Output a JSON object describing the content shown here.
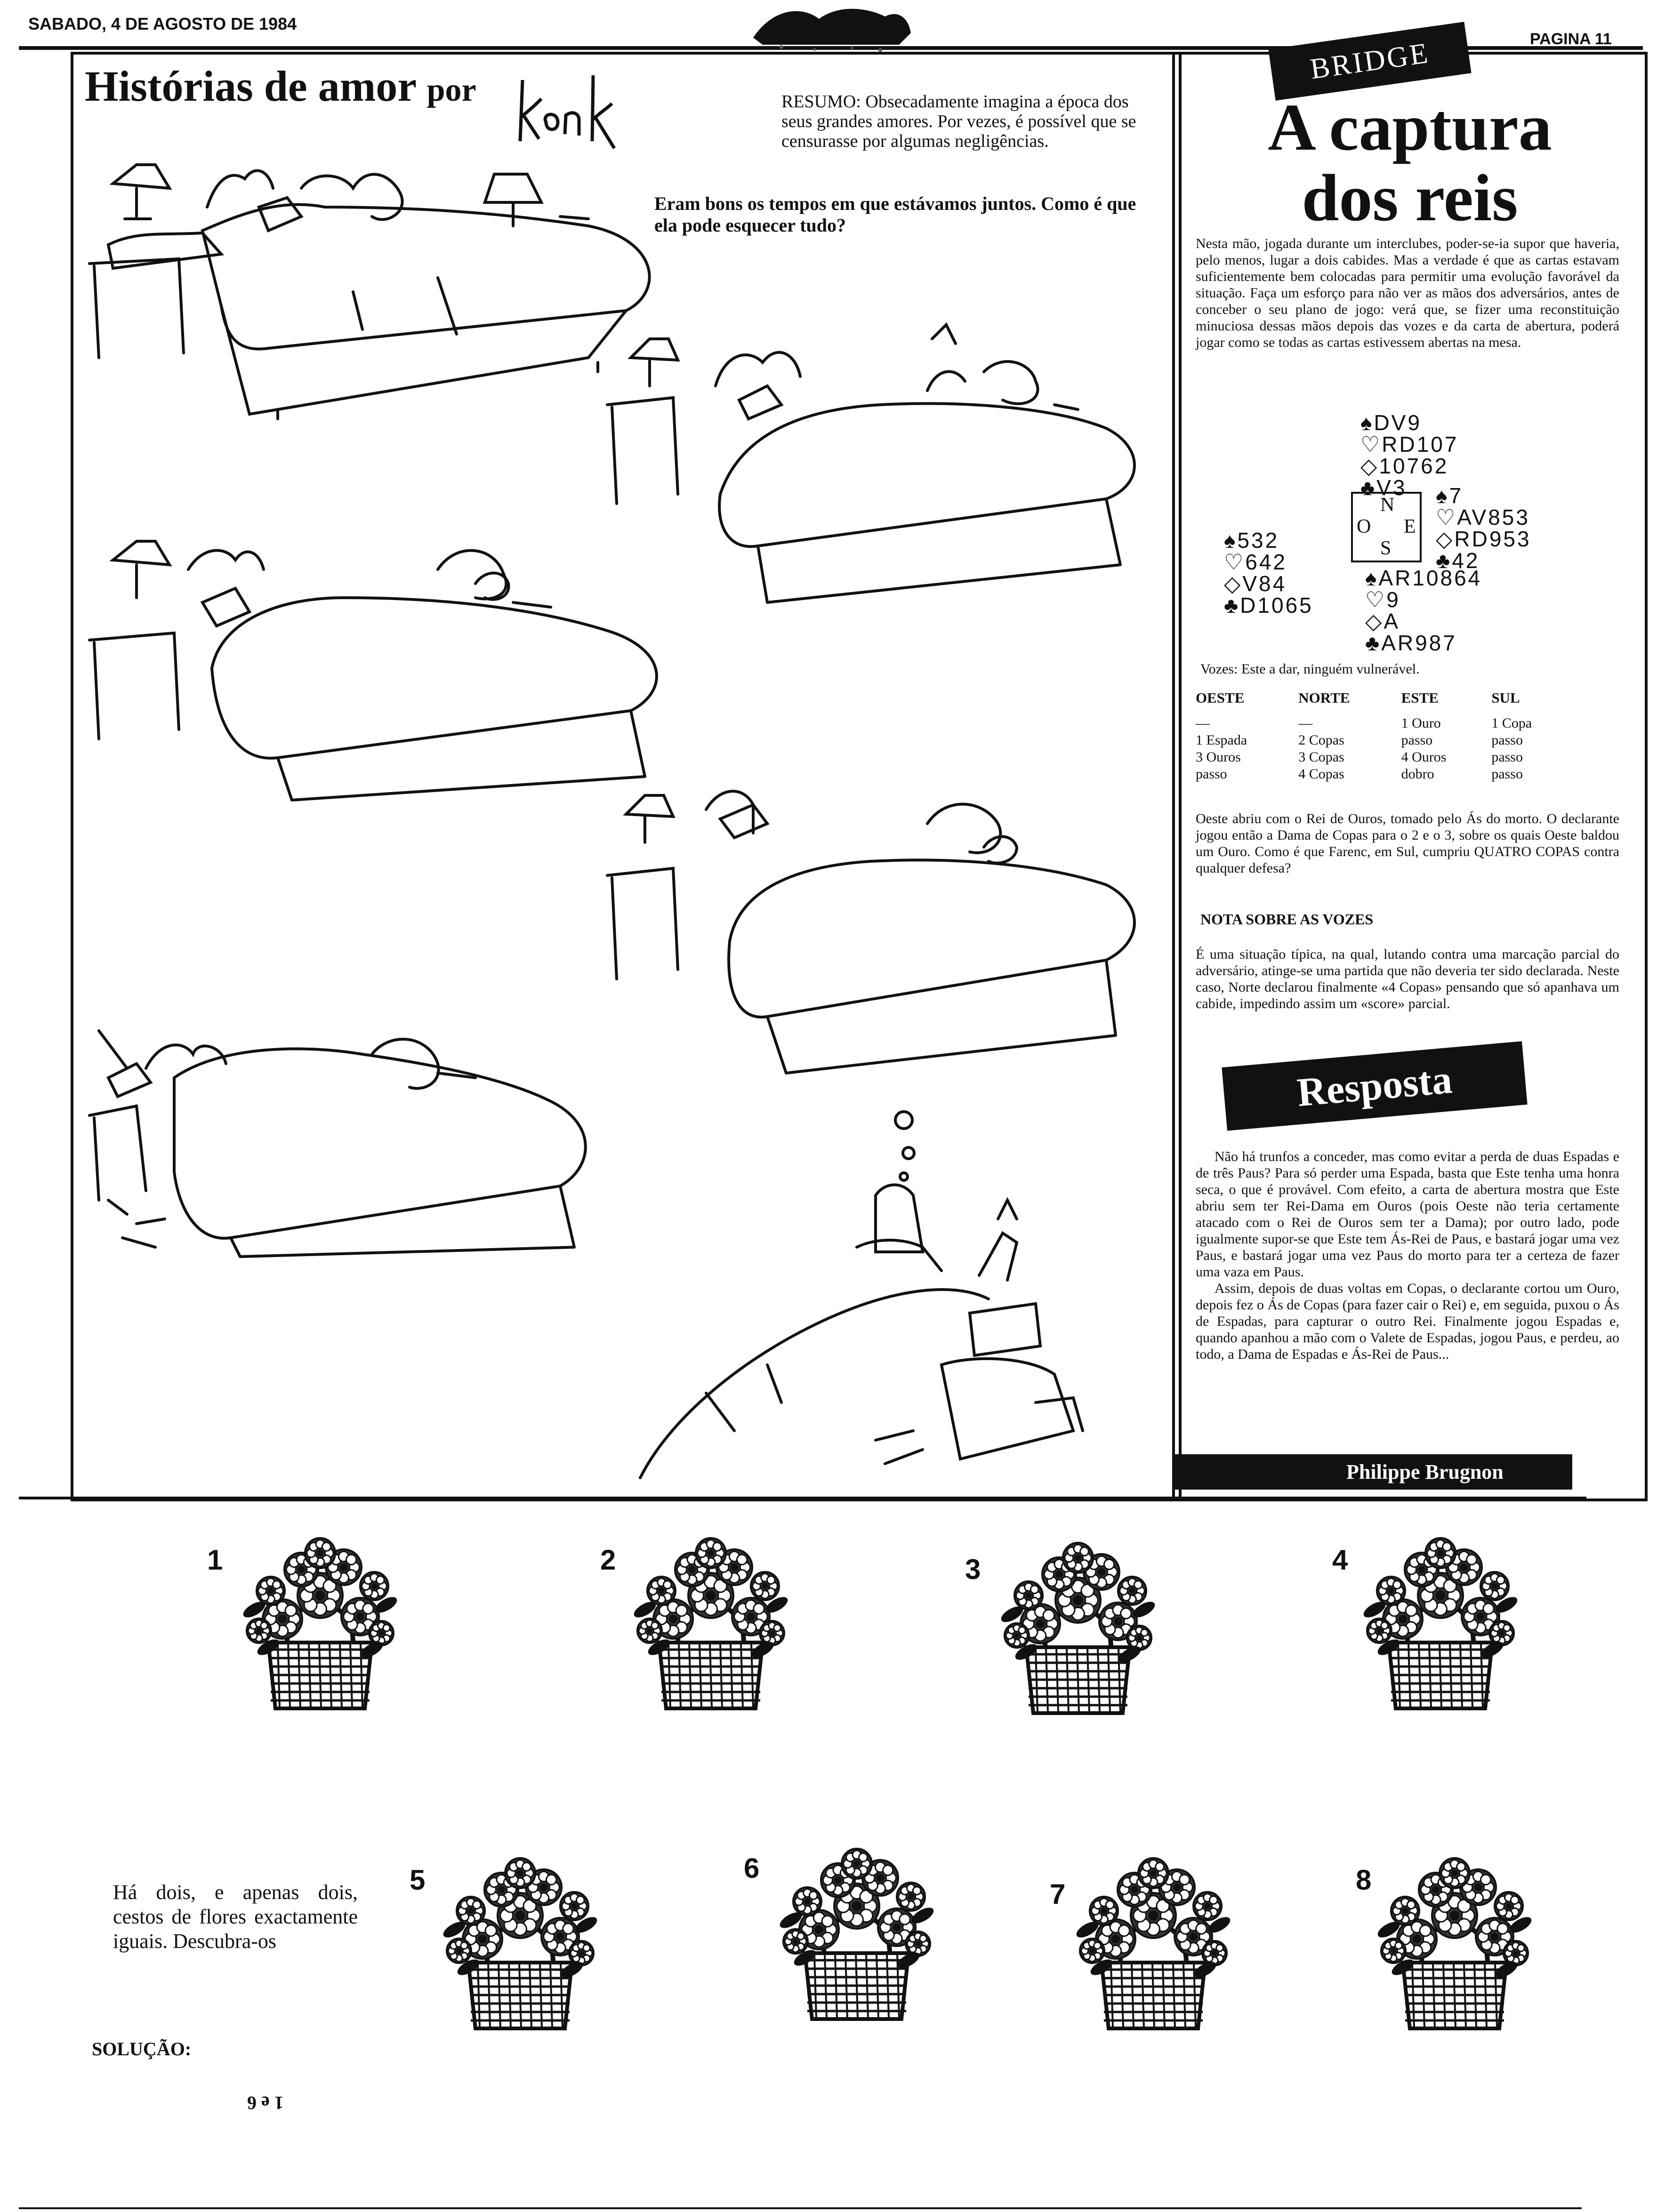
{
  "header": {
    "date": "SABADO, 4 DE AGOSTO DE 1984",
    "page": "PAGINA 11"
  },
  "comic": {
    "title": "Histórias de amor",
    "by": "por",
    "signature": "konk",
    "summary": "RESUMO: Obsecadamente imagina a época dos seus grandes amores. Por vezes, é possível que se censurasse por algumas negligências.",
    "quote": "Eram bons os tempos em que estávamos juntos. Como é que ela pode esquecer tudo?"
  },
  "bridge": {
    "tag": "BRIDGE",
    "title_line1": "A captura",
    "title_line2": "dos reis",
    "intro": "Nesta mão, jogada durante um interclubes, poder-se-ia supor que haveria, pelo menos, lugar a dois cabides. Mas a verdade é que as cartas estavam suficientemente bem colocadas para permitir uma evolução favorável da situação. Faça um esforço para não ver as mãos dos adversários, antes de conceber o seu plano de jogo: verá que, se fizer uma reconstituição minuciosa dessas mãos depois das vozes e da carta de abertura, poderá jogar como se todas as cartas estivessem abertas na mesa.",
    "hands": {
      "north": [
        "♠DV9",
        "♡RD107",
        "◇10762",
        "♣V3"
      ],
      "west": [
        "♠532",
        "♡642",
        "◇V84",
        "♣D1065"
      ],
      "east": [
        "♠7",
        "♡AV853",
        "◇RD953",
        "♣42"
      ],
      "south": [
        "♠AR10864",
        "♡9",
        "◇A",
        "♣AR987"
      ]
    },
    "compass": {
      "n": "N",
      "s": "S",
      "e": "E",
      "o": "O"
    },
    "vozes": "Vozes: Este a dar, ninguém vulnerável.",
    "bidding": {
      "headers": [
        "OESTE",
        "NORTE",
        "ESTE",
        "SUL"
      ],
      "rows": [
        [
          "—",
          "—",
          "1 Ouro",
          "1 Copa"
        ],
        [
          "1 Espada",
          "2 Copas",
          "passo",
          "passo"
        ],
        [
          "3 Ouros",
          "3 Copas",
          "4 Ouros",
          "passo"
        ],
        [
          "passo",
          "4 Copas",
          "dobro",
          "passo"
        ]
      ]
    },
    "body": "Oeste abriu com o Rei de Ouros, tomado pelo Ás do morto. O declarante jogou então a Dama de Copas para o 2 e o 3, sobre os quais Oeste baldou um Ouro. Como é que Farenc, em Sul, cumpriu QUATRO COPAS contra qualquer defesa?",
    "nota_head": "NOTA SOBRE AS VOZES",
    "nota_body": "É uma situação típica, na qual, lutando contra uma marcação parcial do adversário, atinge-se uma partida que não deveria ter sido declarada. Neste caso, Norte declarou finalmente «4 Copas» pensando que só apanhava um cabide, impedindo assim um «score» parcial.",
    "resposta": "Resposta",
    "resposta_p1": "Não há trunfos a conceder, mas como evitar a perda de duas Espadas e de três Paus? Para só perder uma Espada, basta que Este tenha uma honra seca, o que é provável. Com efeito, a carta de abertura mostra que Este abriu sem ter Rei-Dama em Ouros (pois Oeste não teria certamente atacado com o Rei de Ouros sem ter a Dama); por outro lado, pode igualmente supor-se que Este tem Ás-Rei de Paus, e bastará jogar uma vez Paus, e bastará jogar uma vez Paus do morto para ter a certeza de fazer uma vaza em Paus.",
    "resposta_p2": "Assim, depois de duas voltas em Copas, o declarante cortou um Ouro, depois fez o Ás de Copas (para fazer cair o Rei) e, em seguida, puxou o Ás de Espadas, para capturar o outro Rei. Finalmente jogou Espadas e, quando apanhou a mão com o Valete de Espadas, jogou Paus, e perdeu, ao todo, a Dama de Espadas e Ás-Rei de Paus...",
    "byline": "Philippe Brugnon"
  },
  "puzzle": {
    "numbers": [
      "1",
      "2",
      "3",
      "4",
      "5",
      "6",
      "7",
      "8"
    ],
    "text": "Há dois, e apenas dois, cestos de flores exactamente iguais. Descubra-os",
    "solution_label": "SOLUÇÃO:",
    "solution_value": "1 e 6"
  },
  "colors": {
    "ink": "#111111",
    "paper": "#ffffff"
  }
}
